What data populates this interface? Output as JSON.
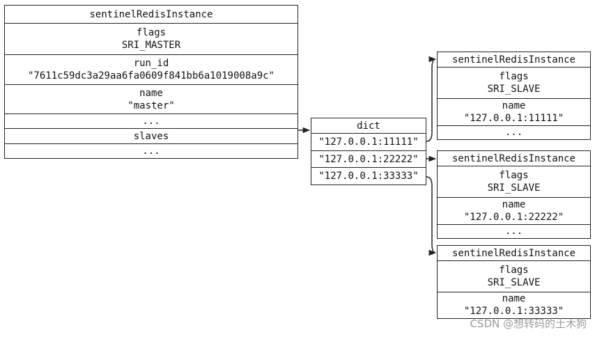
{
  "master": {
    "title": "sentinelRedisInstance",
    "flags_label": "flags",
    "flags_value": "SRI_MASTER",
    "run_id_label": "run_id",
    "run_id_value": "\"7611c59dc3a29aa6fa0609f841bb6a1019008a9c\"",
    "name_label": "name",
    "name_value": "\"master\"",
    "ellipsis_1": "...",
    "slaves_label": "slaves",
    "ellipsis_2": "..."
  },
  "dict": {
    "title": "dict",
    "entries": [
      "\"127.0.0.1:11111\"",
      "\"127.0.0.1:22222\"",
      "\"127.0.0.1:33333\""
    ]
  },
  "slaves": [
    {
      "title": "sentinelRedisInstance",
      "flags_label": "flags",
      "flags_value": "SRI_SLAVE",
      "name_label": "name",
      "name_value": "\"127.0.0.1:11111\"",
      "ellipsis": "..."
    },
    {
      "title": "sentinelRedisInstance",
      "flags_label": "flags",
      "flags_value": "SRI_SLAVE",
      "name_label": "name",
      "name_value": "\"127.0.0.1:22222\"",
      "ellipsis": "..."
    },
    {
      "title": "sentinelRedisInstance",
      "flags_label": "flags",
      "flags_value": "SRI_SLAVE",
      "name_label": "name",
      "name_value": "\"127.0.0.1:33333\""
    }
  ],
  "watermark": "CSDN @想转码的土木狗"
}
